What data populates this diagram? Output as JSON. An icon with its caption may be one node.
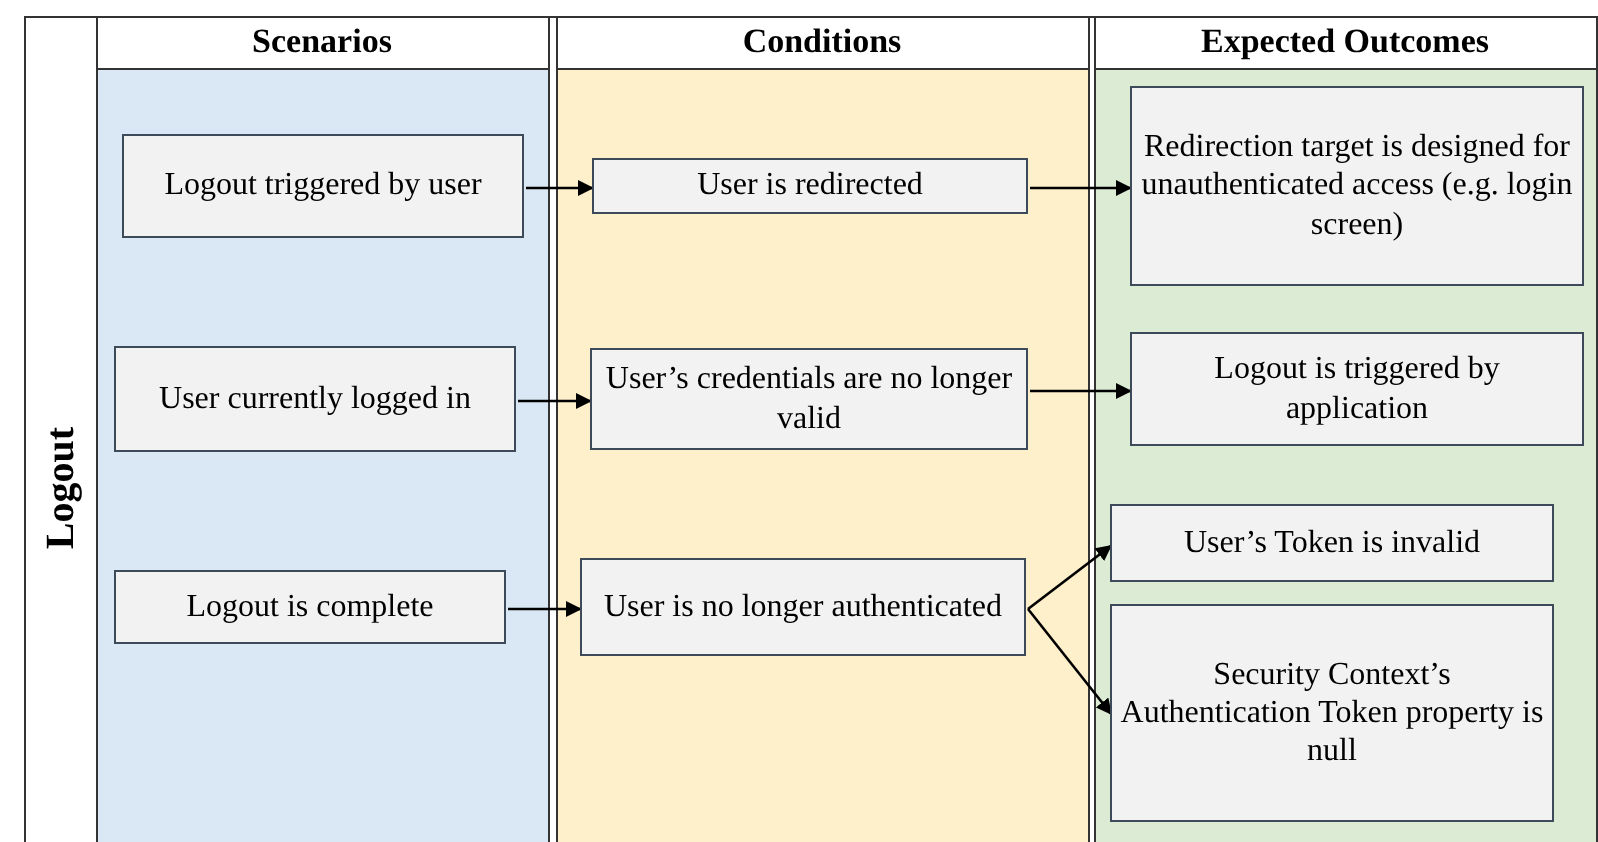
{
  "diagram": {
    "nodes": [
      {
        "text": [
          "Logout"
        ]
      },
      {
        "text": [
          "Scenarios"
        ],
        "in": 0
      },
      {
        "text": [
          "Conditions"
        ],
        "in": 0
      },
      {
        "text": [
          "Expected Outcomes"
        ],
        "in": 0
      },
      {
        "text": [
          "Logout triggered by user"
        ],
        "in": 1
      },
      {
        "text": [
          "User currently logged in"
        ],
        "in": 1
      },
      {
        "text": [
          "Logout is complete"
        ],
        "in": 1
      },
      {
        "text": [
          "User is redirected"
        ],
        "in": 2
      },
      {
        "text": [
          "User’s credentials are no longer valid"
        ],
        "in": 2
      },
      {
        "text": [
          "User is no longer authenticated"
        ],
        "in": 2
      },
      {
        "text": [
          "Redirection target is designed for unauthenticated access (e.g. login screen)"
        ],
        "in": 3
      },
      {
        "text": [
          "Logout is triggered by application"
        ],
        "in": 3
      },
      {
        "text": [
          "User’s Token is invalid"
        ],
        "in": 3
      },
      {
        "text": [
          "Security Context’s Authentication Token property is null"
        ],
        "in": 3
      }
    ],
    "edges": [
      {
        "from": 4,
        "to": 7,
        "arrow": "to"
      },
      {
        "from": 7,
        "to": 10,
        "arrow": "to"
      },
      {
        "from": 5,
        "to": 8,
        "arrow": "to"
      },
      {
        "from": 8,
        "to": 11,
        "arrow": "to"
      },
      {
        "from": 6,
        "to": 9,
        "arrow": "to"
      },
      {
        "from": 9,
        "to": 12,
        "arrow": "to"
      },
      {
        "from": 9,
        "to": 13,
        "arrow": "to"
      }
    ]
  }
}
